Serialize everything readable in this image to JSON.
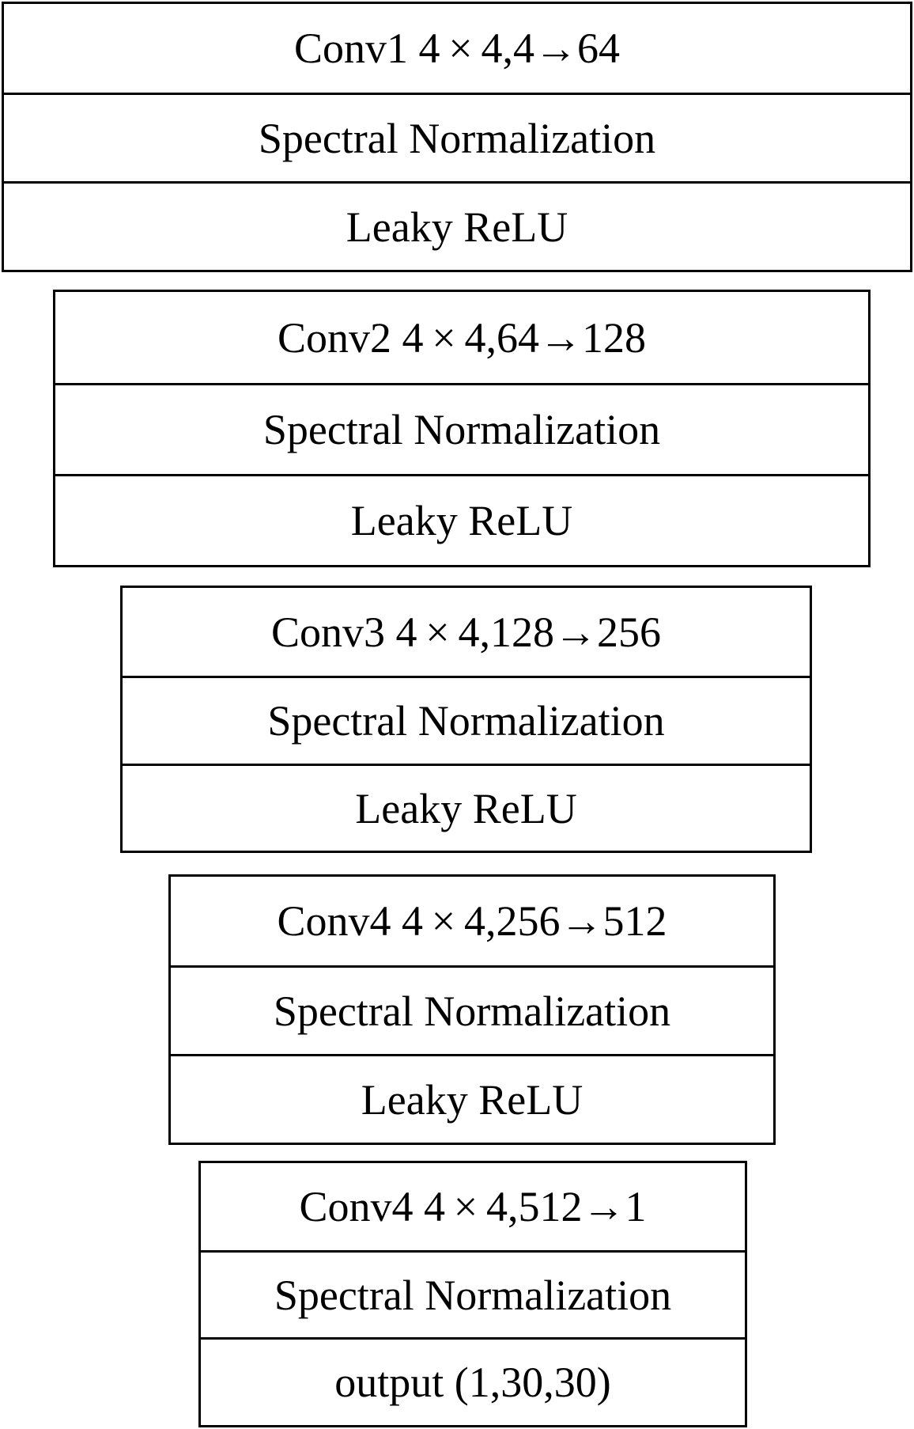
{
  "blocks": [
    {
      "conv": "Conv1 4 × 4,4→64",
      "norm": "Spectral Normalization",
      "activation": "Leaky ReLU"
    },
    {
      "conv": "Conv2 4 × 4,64→128",
      "norm": "Spectral Normalization",
      "activation": "Leaky ReLU"
    },
    {
      "conv": "Conv3 4 × 4,128→256",
      "norm": "Spectral Normalization",
      "activation": "Leaky ReLU"
    },
    {
      "conv": "Conv4 4 × 4,256→512",
      "norm": "Spectral Normalization",
      "activation": "Leaky ReLU"
    },
    {
      "conv": "Conv4 4 × 4,512→1",
      "norm": "Spectral Normalization",
      "output": "output (1,30,30)"
    }
  ]
}
